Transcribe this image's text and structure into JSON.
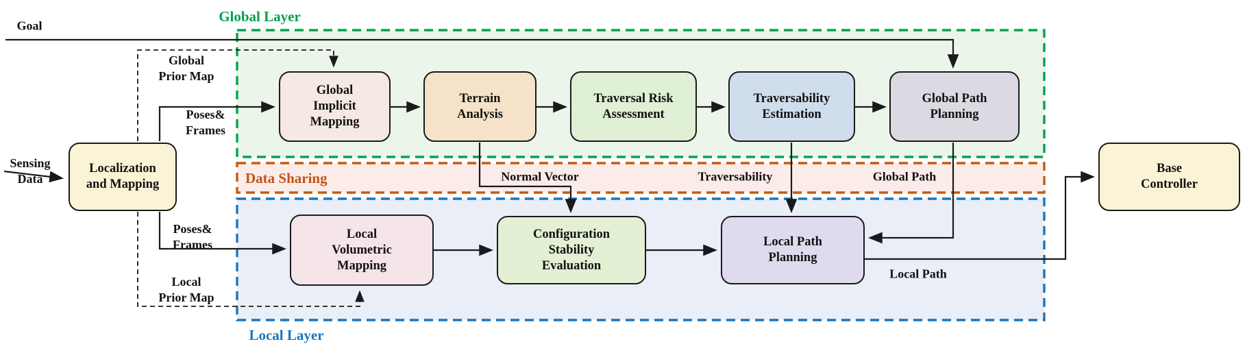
{
  "layers": {
    "global": {
      "title": "Global Layer",
      "title_color": "#00A14B",
      "border_color": "#00A550",
      "bg": "#EBF5E9"
    },
    "data_sharing": {
      "title": "Data Sharing",
      "title_color": "#C0531A",
      "border_color": "#C55A11",
      "bg": "#FCECE9"
    },
    "local": {
      "title": "Local Layer",
      "title_color": "#1B75BC",
      "border_color": "#1B75BC",
      "bg": "#E9EEF7"
    }
  },
  "nodes": {
    "localization": {
      "label": "Localization\nand Mapping",
      "fill": "#FBF3D5"
    },
    "global_implicit_mapping": {
      "label": "Global\nImplicit\nMapping",
      "fill": "#F6E9E3"
    },
    "terrain_analysis": {
      "label": "Terrain\nAnalysis",
      "fill": "#F5E2C8"
    },
    "traversal_risk_assessment": {
      "label": "Traversal Risk\nAssessment",
      "fill": "#DFF0D5"
    },
    "traversability_estimation": {
      "label": "Traversability\nEstimation",
      "fill": "#CFDDEC"
    },
    "global_path_planning": {
      "label": "Global Path\nPlanning",
      "fill": "#DCD9E2"
    },
    "local_volumetric_mapping": {
      "label": "Local\nVolumetric\nMapping",
      "fill": "#F5E4E8"
    },
    "configuration_stability_evaluation": {
      "label": "Configuration\nStability\nEvaluation",
      "fill": "#E3F0D4"
    },
    "local_path_planning": {
      "label": "Local Path\nPlanning",
      "fill": "#DFDAEE"
    },
    "base_controller": {
      "label": "Base\nController",
      "fill": "#FBF3D5"
    }
  },
  "edge_labels": {
    "goal": "Goal",
    "sensing_data": "Sensing\nData",
    "global_prior_map": "Global\nPrior Map",
    "poses_frames_top": "Poses&\nFrames",
    "poses_frames_bottom": "Poses&\nFrames",
    "local_prior_map": "Local\nPrior Map",
    "normal_vector": "Normal Vector",
    "traversability": "Traversability",
    "global_path": "Global Path",
    "local_path": "Local Path"
  }
}
